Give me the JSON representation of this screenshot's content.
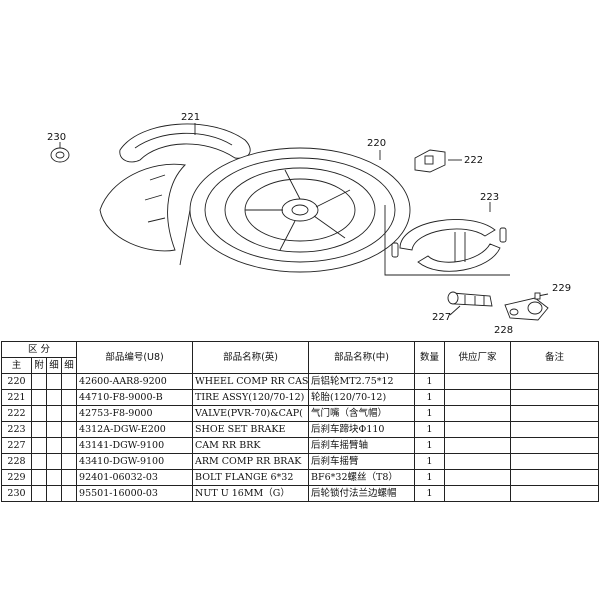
{
  "callouts": {
    "c220": "220",
    "c221": "221",
    "c222": "222",
    "c223": "223",
    "c227": "227",
    "c228": "228",
    "c229": "229",
    "c230": "230"
  },
  "table": {
    "header_group": "区   分",
    "header_main": "主",
    "header_sub1": "附",
    "header_sub2": "细",
    "header_sub3": "细",
    "header_partno": "部品编号(U8)",
    "header_name_en": "部品名称(英)",
    "header_name_cn": "部品名称(中)",
    "header_qty": "数量",
    "header_supplier": "供应厂家",
    "header_remark": "备注",
    "rows": [
      {
        "ref": "220",
        "partno": "42600-AAR8-9200",
        "name_en": "WHEEL COMP RR CAS",
        "name_cn": "后铝轮MT2.75*12",
        "qty": "1"
      },
      {
        "ref": "221",
        "partno": "44710-F8-9000-B",
        "name_en": "TIRE ASSY(120/70-12)",
        "name_cn": "轮胎(120/70-12)",
        "qty": "1"
      },
      {
        "ref": "222",
        "partno": "42753-F8-9000",
        "name_en": "VALVE(PVR-70)&CAP(",
        "name_cn": "气门嘴（含气帽）",
        "qty": "1"
      },
      {
        "ref": "223",
        "partno": "4312A-DGW-E200",
        "name_en": "SHOE SET BRAKE",
        "name_cn": "后刹车蹄块Φ110",
        "qty": "1"
      },
      {
        "ref": "227",
        "partno": "43141-DGW-9100",
        "name_en": "CAM RR BRK",
        "name_cn": "后刹车摇臂轴",
        "qty": "1"
      },
      {
        "ref": "228",
        "partno": "43410-DGW-9100",
        "name_en": "ARM COMP RR BRAK",
        "name_cn": "后刹车摇臂",
        "qty": "1"
      },
      {
        "ref": "229",
        "partno": "92401-06032-03",
        "name_en": "BOLT FLANGE 6*32",
        "name_cn": "BF6*32螺丝（T8）",
        "qty": "1"
      },
      {
        "ref": "230",
        "partno": "95501-16000-03",
        "name_en": "NUT U 16MM（G）",
        "name_cn": "后轮锁付法兰边螺帽",
        "qty": "1"
      }
    ]
  }
}
